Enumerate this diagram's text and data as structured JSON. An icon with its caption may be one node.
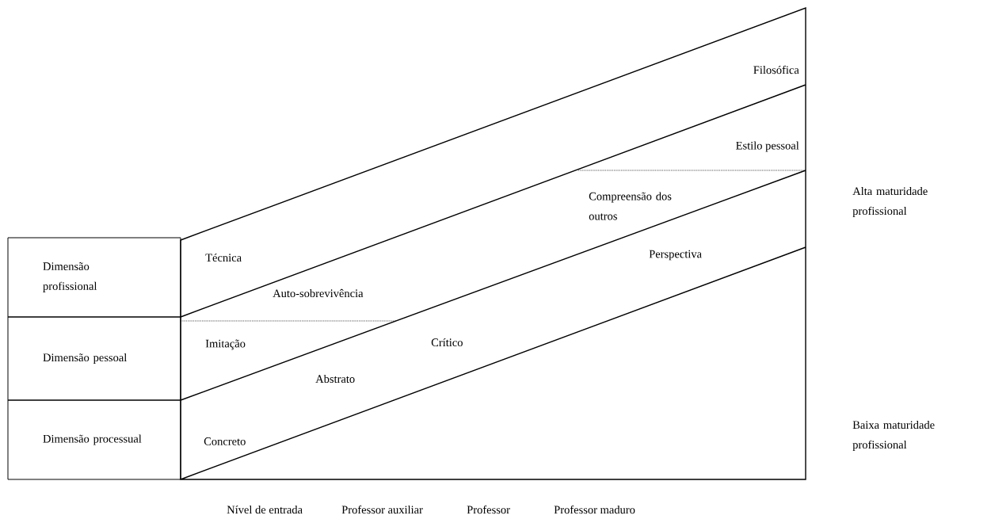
{
  "diagram": {
    "nodes": [
      {
        "text": [
          "Dimensão profissional"
        ]
      },
      {
        "text": [
          "Dimensão pessoal"
        ]
      },
      {
        "text": [
          "Dimensão processual"
        ]
      }
    ],
    "labels": [
      "Filosófica",
      "Estilo pessoal",
      "Compreensão dos outros",
      "Alta maturidade profissional",
      "Técnica",
      "Perspectiva",
      "Auto-sobrevivência",
      "Imitação",
      "Crítico",
      "Abstrato",
      "Concreto",
      "Baixa maturidade profissional",
      "Nível de entrada",
      "Professor auxiliar",
      "Professor",
      "Professor maduro"
    ]
  }
}
